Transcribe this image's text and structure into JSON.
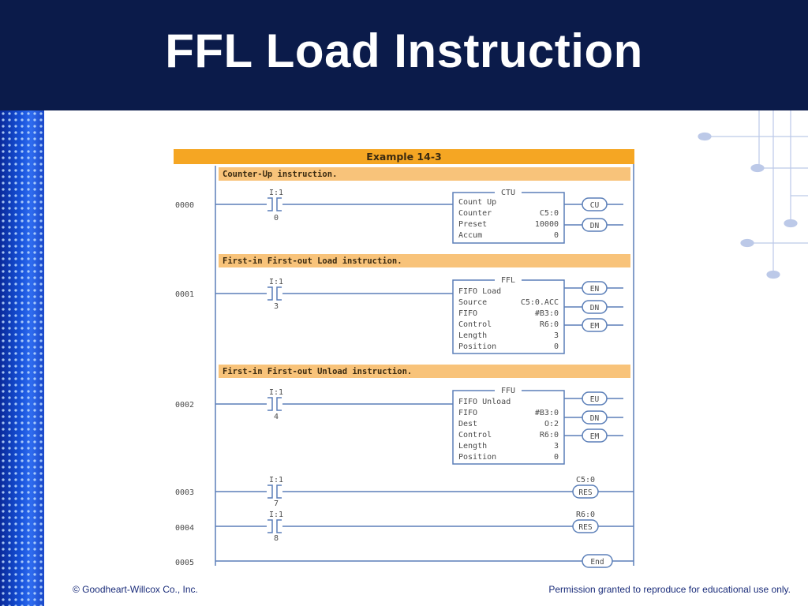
{
  "slide": {
    "title": "FFL Load Instruction",
    "footer_left": "© Goodheart-Willcox Co., Inc.",
    "footer_right": "Permission granted to reproduce for educational use only."
  },
  "example": {
    "banner": "Example 14-3",
    "rungs": [
      {
        "comment": "Counter-Up instruction.",
        "number": "0000",
        "contact_address": "I:1",
        "contact_bit": "0",
        "block": {
          "type": "CTU",
          "rows": [
            {
              "label": "Count Up",
              "value": ""
            },
            {
              "label": "Counter",
              "value": "C5:0"
            },
            {
              "label": "Preset",
              "value": "10000"
            },
            {
              "label": "Accum",
              "value": "0"
            }
          ]
        },
        "outputs": [
          "CU",
          "DN"
        ]
      },
      {
        "comment": "First-in First-out Load instruction.",
        "number": "0001",
        "contact_address": "I:1",
        "contact_bit": "3",
        "block": {
          "type": "FFL",
          "rows": [
            {
              "label": "FIFO Load",
              "value": ""
            },
            {
              "label": "Source",
              "value": "C5:0.ACC"
            },
            {
              "label": "FIFO",
              "value": "#B3:0"
            },
            {
              "label": "Control",
              "value": "R6:0"
            },
            {
              "label": "Length",
              "value": "3"
            },
            {
              "label": "Position",
              "value": "0"
            }
          ]
        },
        "outputs": [
          "EN",
          "DN",
          "EM"
        ]
      },
      {
        "comment": "First-in First-out Unload instruction.",
        "number": "0002",
        "contact_address": "I:1",
        "contact_bit": "4",
        "block": {
          "type": "FFU",
          "rows": [
            {
              "label": "FIFO Unload",
              "value": ""
            },
            {
              "label": "FIFO",
              "value": "#B3:0"
            },
            {
              "label": "Dest",
              "value": "O:2"
            },
            {
              "label": "Control",
              "value": "R6:0"
            },
            {
              "label": "Length",
              "value": "3"
            },
            {
              "label": "Position",
              "value": "0"
            }
          ]
        },
        "outputs": [
          "EU",
          "DN",
          "EM"
        ]
      },
      {
        "number": "0003",
        "contact_address": "I:1",
        "contact_bit": "7",
        "coil_address": "C5:0",
        "coil": "RES"
      },
      {
        "number": "0004",
        "contact_address": "I:1",
        "contact_bit": "8",
        "coil_address": "R6:0",
        "coil": "RES"
      },
      {
        "number": "0005",
        "coil": "End"
      }
    ]
  },
  "colors": {
    "header": "#0b1b4a",
    "banner": "#f5a623",
    "comment_bar": "#f8c37a",
    "ladder_line": "#5b7fb8",
    "text": "#4a4a4a"
  }
}
